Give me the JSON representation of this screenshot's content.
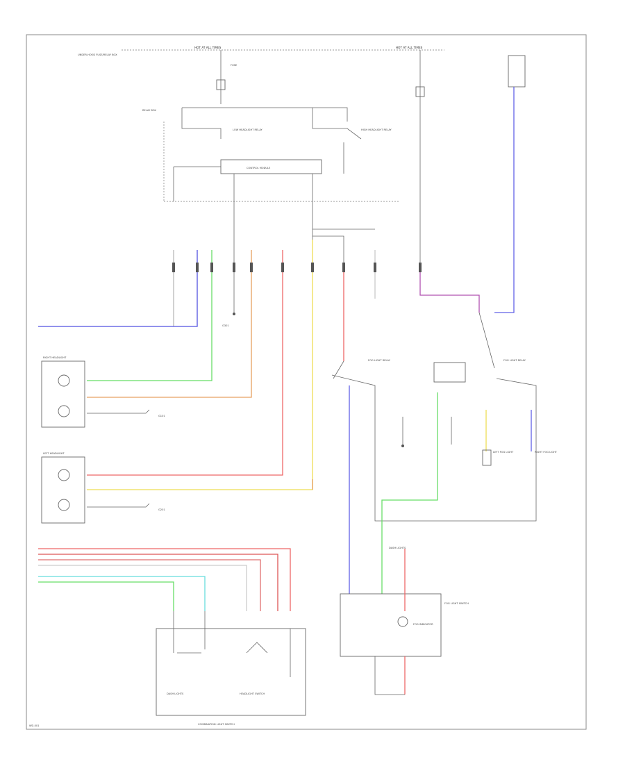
{
  "diagram": {
    "labels": {
      "hot_at_all_times_left": "HOT AT ALL TIMES",
      "hot_at_all_times_right": "HOT AT ALL TIMES",
      "underhood_fuse_box": "UNDER-HOOD FUSE/RELAY BOX",
      "relay_label": "RELAY BOX",
      "fuse_label": "FUSE",
      "low_headlight_relay": "LOW HEADLIGHT RELAY",
      "high_headlight_relay": "HIGH HEADLIGHT RELAY",
      "control_module": "CONTROL MODULE",
      "right_headlight": "RIGHT HEADLIGHT",
      "left_headlight": "LEFT HEADLIGHT",
      "right_ground": "G101",
      "left_ground": "G201",
      "ground_label_center": "G301",
      "fog_light_relay_left": "FOG LIGHT RELAY",
      "fog_light_relay_right": "FOG LIGHT RELAY",
      "fog_light_left": "LEFT FOG LIGHT",
      "fog_light_right": "RIGHT FOG LIGHT",
      "dash_light_switch": "DASH LIGHTS",
      "headlight_switch": "HEADLIGHT SWITCH",
      "combination_light_switch": "COMBINATION LIGHT SWITCH",
      "fog_light_switch": "FOG LIGHT SWITCH",
      "fog_indicator": "FOG INDICATOR",
      "footer_code": "WD-001"
    }
  }
}
